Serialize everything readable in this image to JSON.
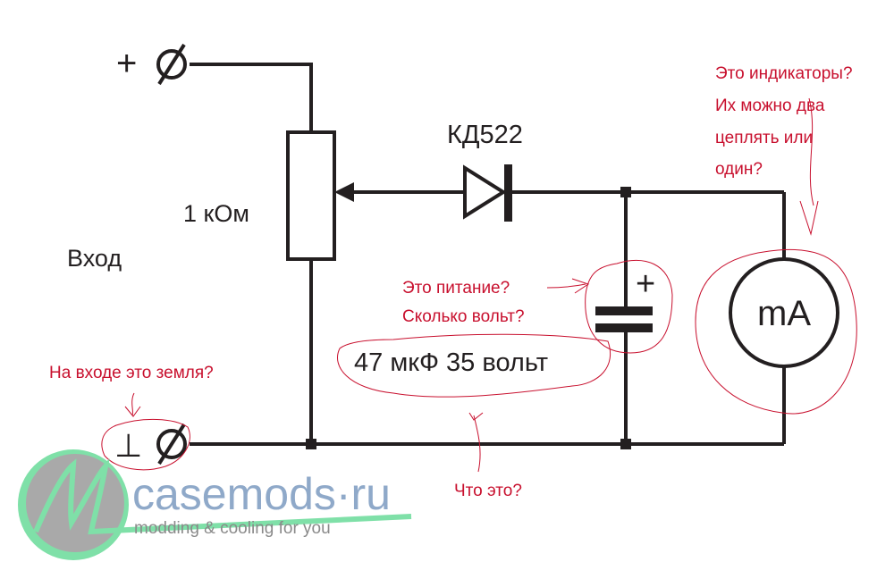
{
  "circuit": {
    "input_plus_symbol": "+",
    "input_ground_symbol": "⊥",
    "terminal_symbol": "Ø",
    "input_label": "Вход",
    "resistor_label": "1 кОм",
    "diode_label": "КД522",
    "capacitor_plus": "+",
    "capacitor_label": "47 мкФ 35 вольт",
    "meter_label": "mA"
  },
  "annotations": {
    "indicator_question": [
      "Это индикаторы?",
      "Их можно два",
      "цеплять или",
      "один?"
    ],
    "power_question": [
      "Это питание?",
      "Сколько вольт?"
    ],
    "ground_question": "На входе это земля?",
    "what_is_this": "Что это?"
  },
  "watermark": {
    "site": "casemods·ru",
    "tagline": "modding & cooling for you"
  },
  "colors": {
    "annotation": "#c8102e",
    "logo_green": "#7fe0a8",
    "logo_blue": "#8fa9c9"
  }
}
